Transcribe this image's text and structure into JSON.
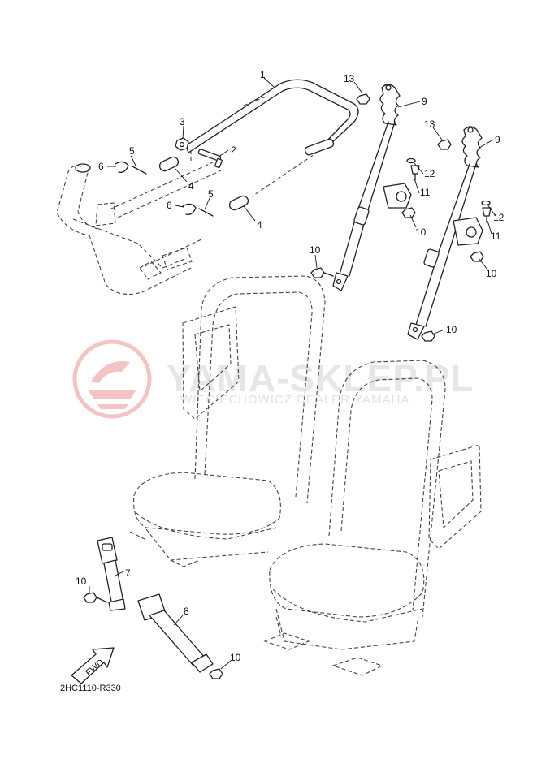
{
  "watermark": {
    "title": "YAMA-SKLEP.PL",
    "subtitle": "WIECIECHOWICZ DEALER YAMAHA",
    "logo_color": "#e05a5a",
    "text_color": "#e6e6e6"
  },
  "diagram_code": "2HC1110-R330",
  "fwd_arrow_label": "FWD",
  "callouts": {
    "p1": "1",
    "p2": "2",
    "p3": "3",
    "p4a": "4",
    "p4b": "4",
    "p5a": "5",
    "p5b": "5",
    "p6a": "6",
    "p6b": "6",
    "p7": "7",
    "p8": "8",
    "p9a": "9",
    "p9b": "9",
    "p10a": "10",
    "p10b": "10",
    "p10c": "10",
    "p10d": "10",
    "p10e": "10",
    "p10f": "10",
    "p11a": "11",
    "p11b": "11",
    "p12a": "12",
    "p12b": "12",
    "p13a": "13",
    "p13b": "13"
  }
}
